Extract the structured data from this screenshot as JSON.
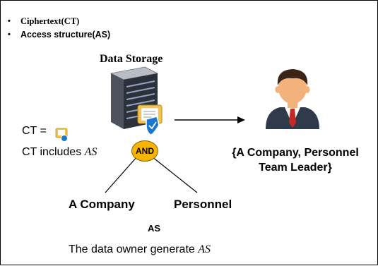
{
  "bullets": [
    {
      "marker": "•",
      "text": "Ciphertext(CT)"
    },
    {
      "marker": "•",
      "text": "Access structure(AS)"
    }
  ],
  "storage": {
    "title": "Data Storage",
    "icon": "server-with-encrypted-file-icon"
  },
  "ct": {
    "equation": "CT =",
    "includes_prefix": "CT includes ",
    "includes_as": "AS",
    "icon": "encrypted-file-icon"
  },
  "tree": {
    "operator": "AND",
    "left_leaf": "A Company",
    "right_leaf": "Personnel",
    "label": "AS"
  },
  "owner_note": {
    "prefix": "The data owner generate ",
    "as": "AS"
  },
  "recipient": {
    "icon": "businessman-icon",
    "attributes_line1": "{A Company, Personnel",
    "attributes_line2": "Team Leader}"
  },
  "colors": {
    "and_fill": "#f7b500",
    "suit": "#2f3a4a",
    "skin": "#f3b27c",
    "hair": "#3b2416",
    "tie": "#c62828",
    "shield": "#1976d2",
    "folder": "#f4c44e"
  }
}
